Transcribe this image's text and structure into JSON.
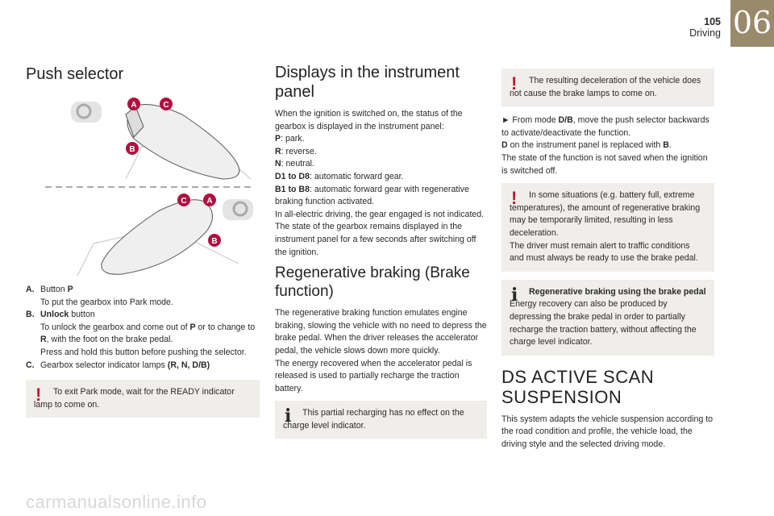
{
  "header": {
    "page_number": "105",
    "section": "Driving",
    "chapter": "06"
  },
  "col1": [
    {
      "type": "h1",
      "text": "Push selector"
    },
    {
      "type": "figure",
      "labels": [
        "A",
        "B",
        "C"
      ]
    },
    {
      "type": "list",
      "items": [
        {
          "key": "A.",
          "runs": [
            {
              "t": "Button "
            },
            {
              "t": "P",
              "b": 1
            },
            {
              "t": "\nTo put the gearbox into Park mode."
            }
          ]
        },
        {
          "key": "B.",
          "runs": [
            {
              "t": "Unlock",
              "b": 1
            },
            {
              "t": " button\nTo unlock the gearbox and come out of "
            },
            {
              "t": "P",
              "b": 1
            },
            {
              "t": " or to change to "
            },
            {
              "t": "R",
              "b": 1
            },
            {
              "t": ", with the foot on the brake pedal.\nPress and hold this button before pushing the selector."
            }
          ]
        },
        {
          "key": "C.",
          "runs": [
            {
              "t": "Gearbox selector indicator lamps "
            },
            {
              "t": "(R, N, D/B)",
              "b": 1
            }
          ]
        }
      ]
    },
    {
      "type": "warn",
      "runs": [
        {
          "t": "To exit Park mode, wait for the READY indicator lamp to come on."
        }
      ]
    }
  ],
  "col2": [
    {
      "type": "h1",
      "text": "Displays in the instrument panel"
    },
    {
      "type": "p",
      "runs": [
        {
          "t": "When the ignition is switched on, the status of the gearbox is displayed in the instrument panel:\n"
        },
        {
          "t": "P",
          "b": 1
        },
        {
          "t": ": park.\n"
        },
        {
          "t": "R",
          "b": 1
        },
        {
          "t": ": reverse.\n"
        },
        {
          "t": "N",
          "b": 1
        },
        {
          "t": ": neutral.\n"
        },
        {
          "t": "D1 to D8",
          "b": 1
        },
        {
          "t": ": automatic forward gear.\n"
        },
        {
          "t": "B1 to B8",
          "b": 1
        },
        {
          "t": ": automatic forward gear with regenerative braking function activated.\nIn all-electric driving, the gear engaged is not indicated.\nThe state of the gearbox remains displayed in the instrument panel for a few seconds after switching off the ignition."
        }
      ]
    },
    {
      "type": "h2",
      "text": "Regenerative braking (Brake function)"
    },
    {
      "type": "p",
      "runs": [
        {
          "t": "The regenerative braking function emulates engine braking, slowing the vehicle with no need to depress the brake pedal. When the driver releases the accelerator pedal, the vehicle slows down more quickly.\nThe energy recovered when the accelerator pedal is released is used to partially recharge the traction battery."
        }
      ]
    },
    {
      "type": "info",
      "runs": [
        {
          "t": "This partial recharging has no effect on the charge level indicator."
        }
      ]
    }
  ],
  "col3": [
    {
      "type": "warn",
      "runs": [
        {
          "t": "The resulting deceleration of the vehicle does not cause the brake lamps to come on."
        }
      ]
    },
    {
      "type": "p",
      "runs": [
        {
          "t": "► From mode "
        },
        {
          "t": "D/B",
          "b": 1
        },
        {
          "t": ", move the push selector backwards to activate/deactivate the function.\n"
        },
        {
          "t": "D",
          "b": 1
        },
        {
          "t": " on the instrument panel is replaced with "
        },
        {
          "t": "B",
          "b": 1
        },
        {
          "t": ".\nThe state of the function is not saved when the ignition is switched off."
        }
      ]
    },
    {
      "type": "warn",
      "runs": [
        {
          "t": "In some situations (e.g. battery full, extreme temperatures), the amount of regenerative braking may be temporarily limited, resulting in less deceleration.\nThe driver must remain alert to traffic conditions and must always be ready to use the brake pedal."
        }
      ]
    },
    {
      "type": "info",
      "runs": [
        {
          "t": "Regenerative braking using the brake pedal",
          "b": 1
        },
        {
          "t": "\nEnergy recovery can also be produced by depressing the brake pedal in order to partially recharge the traction battery, without affecting the charge level indicator."
        }
      ]
    },
    {
      "type": "h1big",
      "text": "DS ACTIVE SCAN SUSPENSION"
    },
    {
      "type": "p",
      "runs": [
        {
          "t": "This system adapts the vehicle suspension according to the road condition and profile, the vehicle load, the driving style and the selected driving mode."
        }
      ]
    }
  ],
  "watermark": "carmanualsonline.info",
  "colors": {
    "chapter_bg": "#9a8a6c",
    "warning": "#c0162c",
    "note_bg": "#f0eeea",
    "label": "#b01040"
  }
}
